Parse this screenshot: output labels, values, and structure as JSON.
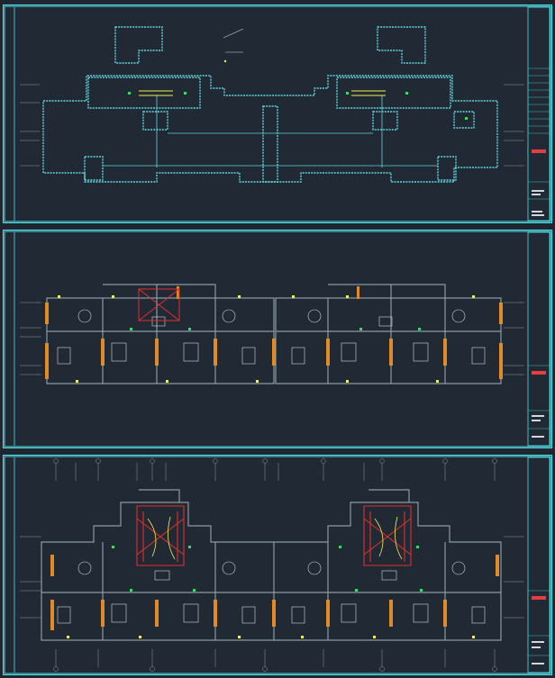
{
  "viewer": {
    "background": "#1f2630"
  },
  "colors": {
    "frame": "#4fe0e8",
    "wall": "#5fd6e0",
    "outline": "#8a9aa6",
    "column": "#e08a2a",
    "fixture": "#f0f050",
    "device": "#30e060",
    "fire": "#e03030",
    "stamp": "#e04040"
  },
  "sheets": [
    {
      "id": "roof-plan",
      "label": ""
    },
    {
      "id": "typical-floor-plan",
      "label": ""
    },
    {
      "id": "ground-floor-plan",
      "label": ""
    }
  ]
}
